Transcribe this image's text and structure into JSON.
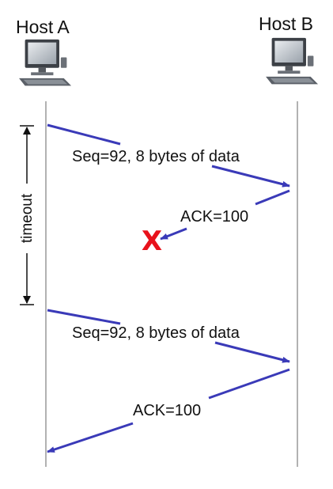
{
  "hosts": {
    "a": {
      "label": "Host A"
    },
    "b": {
      "label": "Host B"
    }
  },
  "messages": [
    {
      "label": "Seq=92, 8 bytes of data",
      "direction": "A-to-B",
      "lost": false
    },
    {
      "label": "ACK=100",
      "direction": "B-to-A",
      "lost": true
    },
    {
      "label": "Seq=92, 8 bytes of data",
      "direction": "A-to-B",
      "lost": false
    },
    {
      "label": "ACK=100",
      "direction": "B-to-A",
      "lost": false
    }
  ],
  "timeout": {
    "label": "timeout"
  },
  "loss_mark": {
    "symbol": "X"
  },
  "colors": {
    "arrow": "#3a3ab8",
    "timeline": "#888888",
    "loss": "#e8121b",
    "text": "#111111"
  },
  "icons": {
    "host_a": "desktop-computer-icon",
    "host_b": "desktop-computer-icon"
  }
}
